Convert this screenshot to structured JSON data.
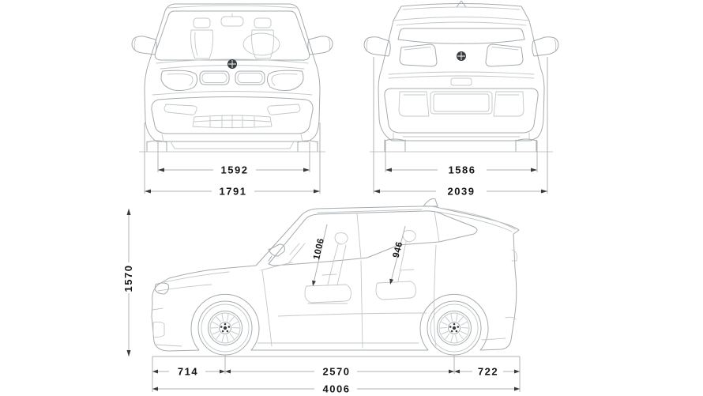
{
  "diagram": {
    "kind": "technical-dimension-drawing",
    "subject": "BMW i3 hatchback — front, rear and side orthographic views with dimension lines",
    "unit": "mm"
  },
  "colors": {
    "background": "#ffffff",
    "car_outline": "#a6abae",
    "dimension_line": "#b2b2b2",
    "arrowhead": "#3a3a3a",
    "dimension_text": "#151515",
    "badge": "#383d40"
  },
  "front_view": {
    "track_width_mm": "1592",
    "overall_width_mm": "1791"
  },
  "rear_view": {
    "track_width_mm": "1586",
    "width_incl_mirrors_mm": "2039"
  },
  "side_view": {
    "height_mm": "1570",
    "interior_height_front_mm": "1006",
    "interior_height_rear_mm": "946",
    "front_overhang_mm": "714",
    "wheelbase_mm": "2570",
    "rear_overhang_mm": "722",
    "overall_length_mm": "4006"
  }
}
